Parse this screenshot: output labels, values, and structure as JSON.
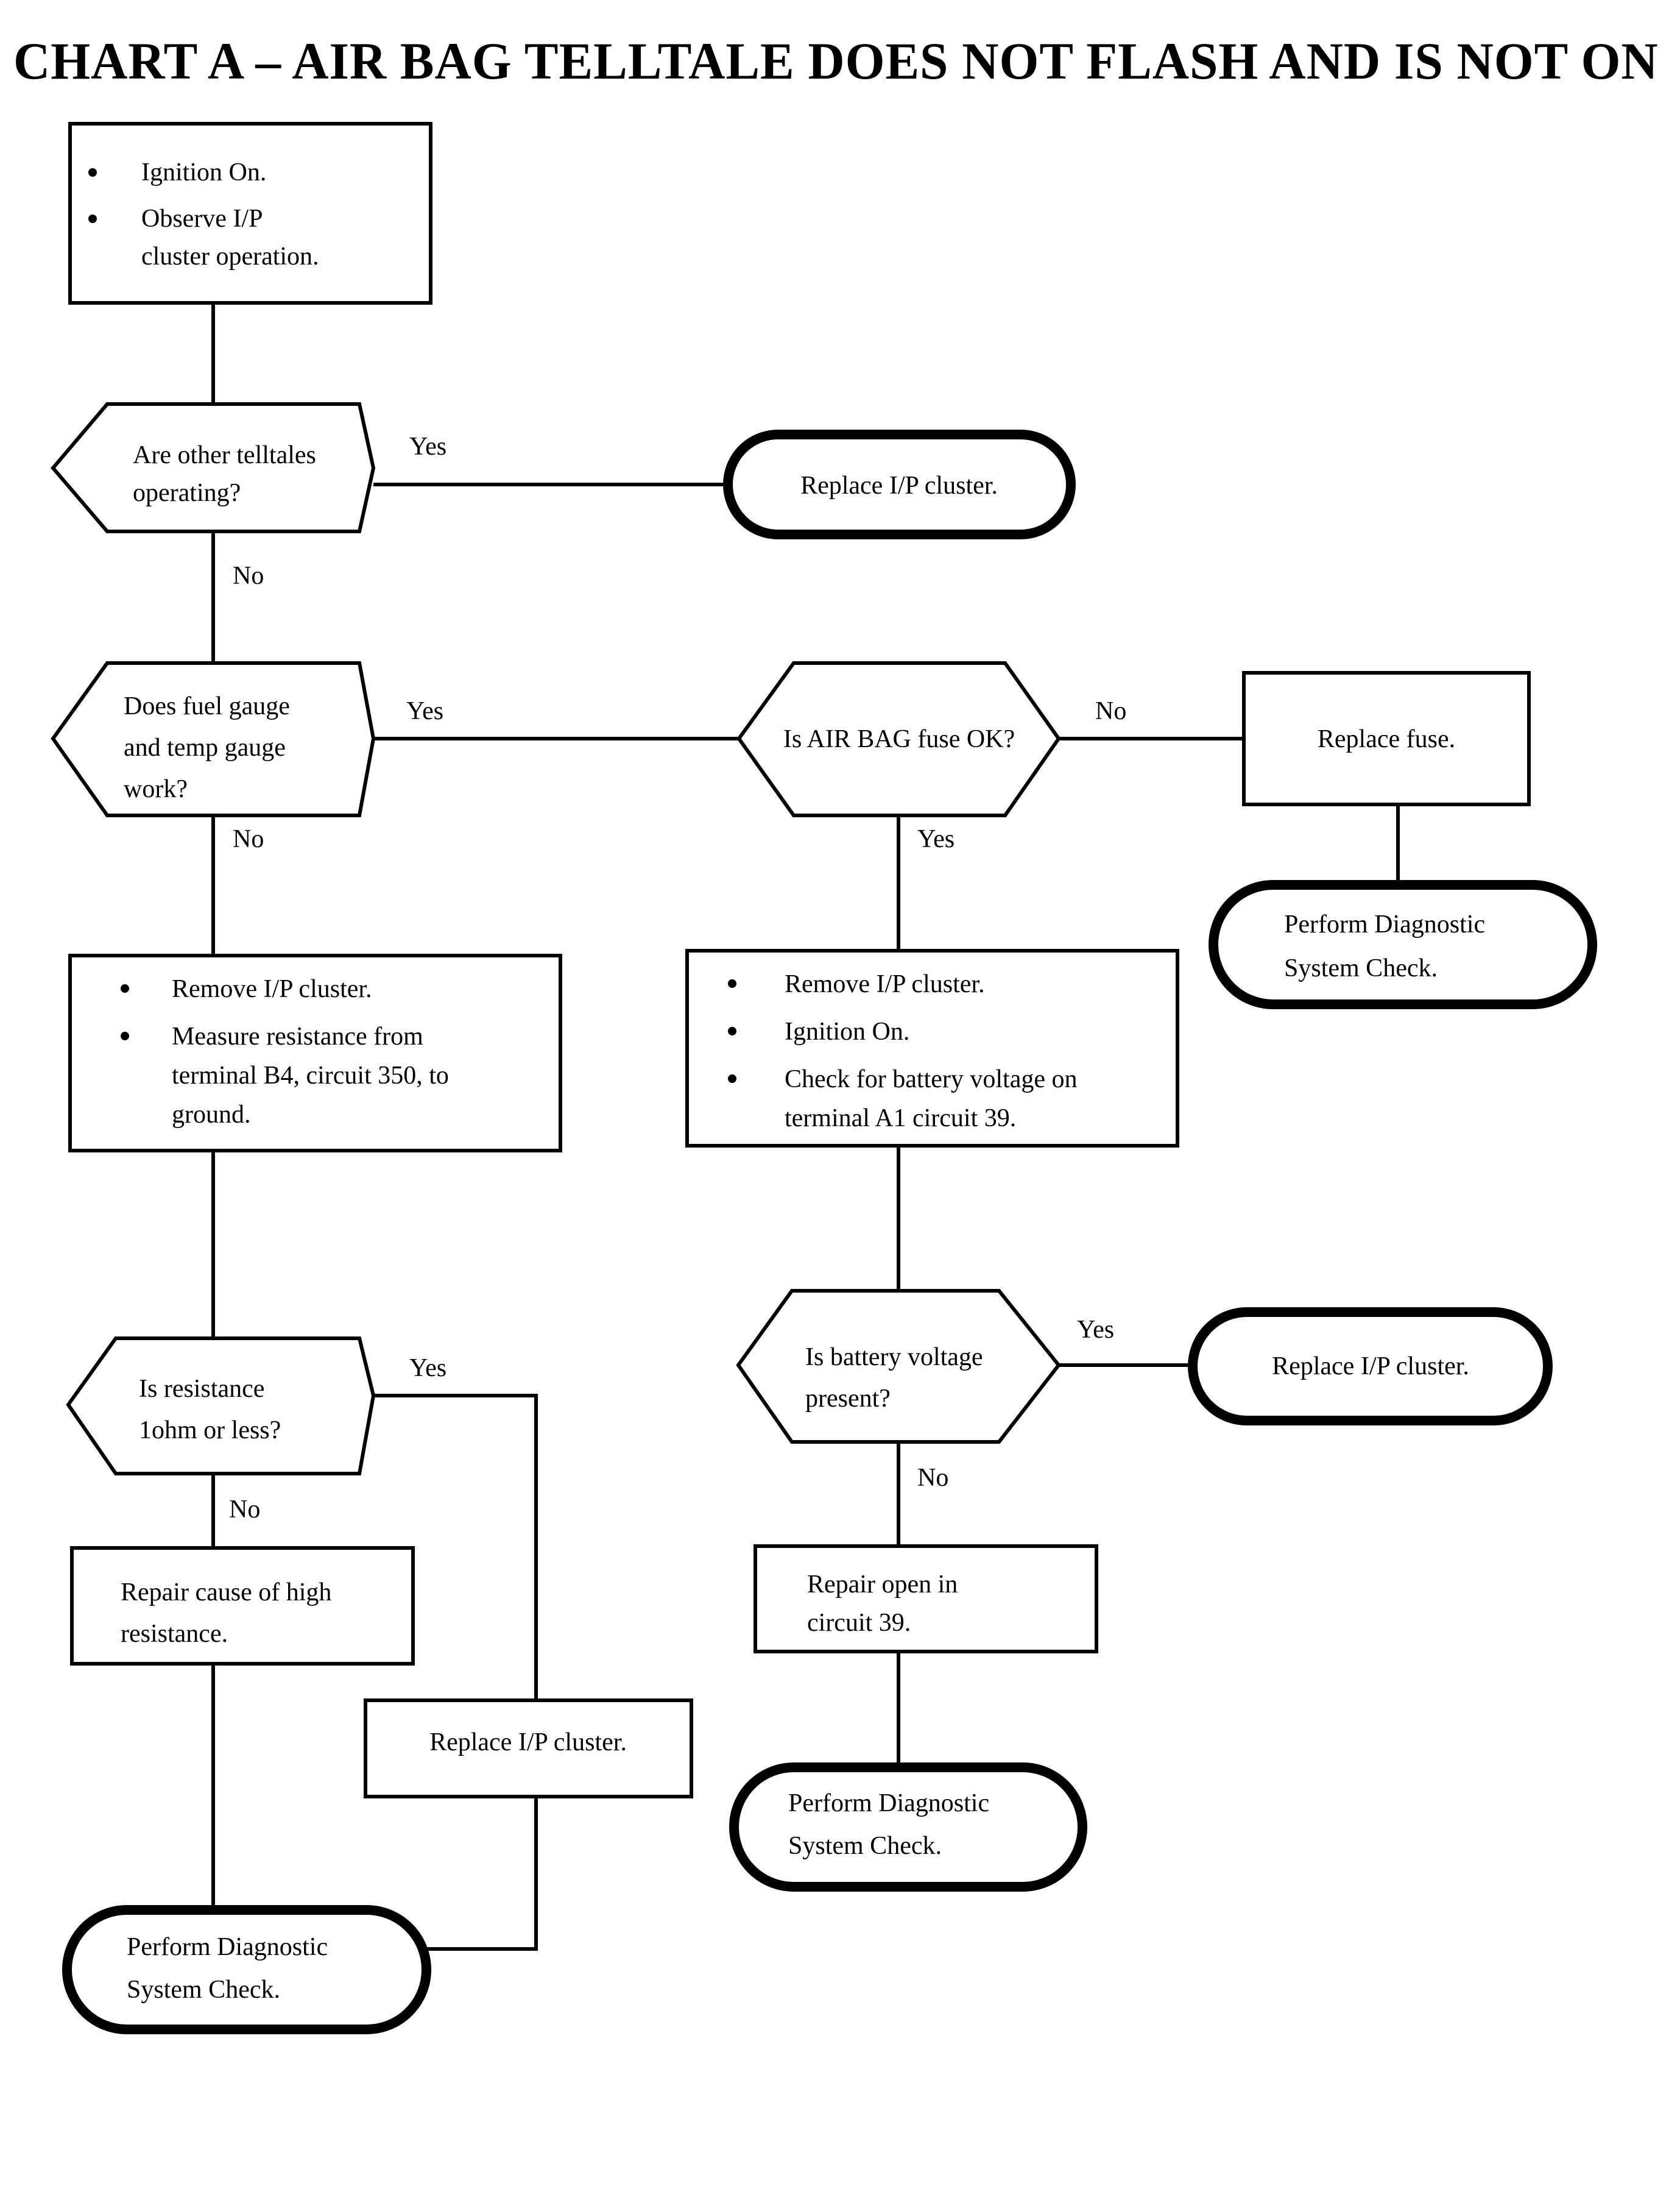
{
  "document": {
    "title": "CHART A – AIR BAG TELLTALE DOES NOT FLASH AND IS NOT ON",
    "type": "diagnostic-flowchart",
    "background_color": "#ffffff",
    "line_color": "#000000"
  },
  "chart_data": {
    "type": "flowchart",
    "title": "CHART A – AIR BAG TELLTALE DOES NOT FLASH AND IS NOT ON",
    "shape_legend": {
      "process": "rectangle",
      "decision": "elongated hexagon",
      "terminator": "stadium / rounded rectangle (thick border)"
    },
    "nodes": [
      {
        "id": "n1",
        "shape": "process",
        "lines": [
          "Ignition On.",
          "Observe I/P",
          "cluster operation."
        ],
        "bullets": [
          "Ignition On.",
          "Observe I/P cluster operation."
        ]
      },
      {
        "id": "n2",
        "shape": "decision",
        "lines": [
          "Are other telltales",
          "operating?"
        ],
        "text": "Are other telltales operating?"
      },
      {
        "id": "n3",
        "shape": "terminator",
        "lines": [
          "Replace I/P cluster."
        ],
        "text": "Replace I/P cluster."
      },
      {
        "id": "n4",
        "shape": "decision",
        "lines": [
          "Does fuel gauge",
          "and temp gauge",
          "work?"
        ],
        "text": "Does fuel gauge and temp gauge work?"
      },
      {
        "id": "n5",
        "shape": "decision",
        "lines": [
          "Is AIR BAG  fuse OK?"
        ],
        "text": "Is AIR BAG  fuse OK?"
      },
      {
        "id": "n6",
        "shape": "process",
        "lines": [
          "Replace fuse."
        ],
        "text": "Replace fuse."
      },
      {
        "id": "n7",
        "shape": "terminator",
        "lines": [
          "Perform Diagnostic",
          "System Check."
        ],
        "text": "Perform Diagnostic System Check."
      },
      {
        "id": "n8",
        "shape": "process",
        "lines": [
          "Remove I/P cluster.",
          "Measure resistance from",
          "terminal B4, circuit 350, to",
          "ground."
        ],
        "bullets": [
          "Remove I/P cluster.",
          "Measure resistance from terminal B4, circuit 350, to ground."
        ]
      },
      {
        "id": "n9",
        "shape": "process",
        "lines": [
          "Remove I/P cluster.",
          "Ignition On.",
          "Check for battery voltage on",
          "terminal A1 circuit 39."
        ],
        "bullets": [
          "Remove I/P cluster.",
          "Ignition On.",
          "Check for battery voltage on terminal A1 circuit 39."
        ]
      },
      {
        "id": "n10",
        "shape": "decision",
        "lines": [
          "Is resistance",
          "1ohm or less?"
        ],
        "text": "Is resistance 1ohm or less?"
      },
      {
        "id": "n11",
        "shape": "decision",
        "lines": [
          "Is battery voltage",
          "present?"
        ],
        "text": "Is battery voltage present?"
      },
      {
        "id": "n12",
        "shape": "terminator",
        "lines": [
          "Replace I/P cluster."
        ],
        "text": "Replace I/P cluster."
      },
      {
        "id": "n13",
        "shape": "process",
        "lines": [
          "Repair cause of high",
          "resistance."
        ],
        "text": "Repair cause of high resistance."
      },
      {
        "id": "n14",
        "shape": "process",
        "lines": [
          "Repair open in",
          "circuit 39."
        ],
        "text": "Repair open in circuit 39."
      },
      {
        "id": "n15",
        "shape": "process",
        "lines": [
          "Replace I/P cluster."
        ],
        "text": "Replace I/P cluster."
      },
      {
        "id": "n16",
        "shape": "terminator",
        "lines": [
          "Perform Diagnostic",
          "System Check."
        ],
        "text": "Perform Diagnostic System Check."
      },
      {
        "id": "n17",
        "shape": "terminator",
        "lines": [
          "Perform Diagnostic",
          "System Check."
        ],
        "text": "Perform Diagnostic System Check."
      }
    ],
    "edges": [
      {
        "from": "n1",
        "to": "n2",
        "label": ""
      },
      {
        "from": "n2",
        "to": "n3",
        "label": "Yes"
      },
      {
        "from": "n2",
        "to": "n4",
        "label": "No"
      },
      {
        "from": "n4",
        "to": "n5",
        "label": "Yes"
      },
      {
        "from": "n4",
        "to": "n8",
        "label": "No"
      },
      {
        "from": "n5",
        "to": "n6",
        "label": "No"
      },
      {
        "from": "n5",
        "to": "n9",
        "label": "Yes"
      },
      {
        "from": "n6",
        "to": "n7",
        "label": ""
      },
      {
        "from": "n8",
        "to": "n10",
        "label": ""
      },
      {
        "from": "n9",
        "to": "n11",
        "label": ""
      },
      {
        "from": "n10",
        "to": "n15",
        "label": "Yes"
      },
      {
        "from": "n10",
        "to": "n13",
        "label": "No"
      },
      {
        "from": "n11",
        "to": "n12",
        "label": "Yes"
      },
      {
        "from": "n11",
        "to": "n14",
        "label": "No"
      },
      {
        "from": "n13",
        "to": "n17",
        "label": ""
      },
      {
        "from": "n15",
        "to": "n17",
        "label": ""
      },
      {
        "from": "n14",
        "to": "n16",
        "label": ""
      }
    ],
    "edge_labels": {
      "yes_1": "Yes",
      "no_1": "No",
      "yes_2": "Yes",
      "no_2": "No",
      "no_3": "No",
      "yes_3": "Yes",
      "yes_4": "Yes",
      "no_4": "No",
      "yes_5": "Yes",
      "no_5": "No"
    }
  }
}
